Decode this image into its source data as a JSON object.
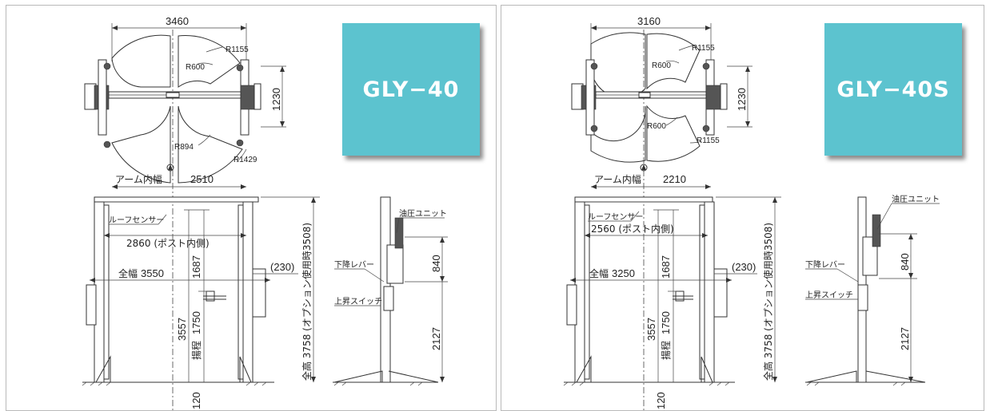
{
  "panels": [
    {
      "model": "GLY−40",
      "top_width": "3460",
      "r_outer_top": "R1155",
      "r_inner_top": "R600",
      "r_inner_bottom": "R894",
      "r_outer_bottom": "R1429",
      "arm_span": "1230",
      "arm_inner_label": "アーム内幅",
      "arm_inner_value": "2510",
      "roof_sensor": "ルーフセンサー",
      "post_inner": "2860 (ポスト内側)",
      "overall_width_label": "全幅",
      "overall_width_value": "3550",
      "side_offset": "(230)",
      "lift_upper": "1687",
      "lift_total": "3557",
      "lift_lower": "1750",
      "lift_label": "揚程",
      "bottom_value": "120",
      "overall_height": "全高 3758 (オプション使用時3508)",
      "hydraulic_unit": "油圧ユニット",
      "lower_lever": "下降レバー",
      "lift_switch": "上昇スイッチ",
      "unit_height": "840",
      "switch_height": "2127"
    },
    {
      "model": "GLY−40S",
      "top_width": "3160",
      "r_outer_top": "R1155",
      "r_inner_top": "R600",
      "r_inner_bottom": "R600",
      "r_outer_bottom": "R1155",
      "arm_span": "1230",
      "arm_inner_label": "アーム内幅",
      "arm_inner_value": "2210",
      "roof_sensor": "ルーフセンサー",
      "post_inner": "2560 (ポスト内側)",
      "overall_width_label": "全幅",
      "overall_width_value": "3250",
      "side_offset": "(230)",
      "lift_upper": "1687",
      "lift_total": "3557",
      "lift_lower": "1750",
      "lift_label": "揚程",
      "bottom_value": "120",
      "overall_height": "全高 3758 (オプション使用時3508)",
      "hydraulic_unit": "油圧ユニット",
      "lower_lever": "下降レバー",
      "lift_switch": "上昇スイッチ",
      "unit_height": "840",
      "switch_height": "2127"
    }
  ],
  "colors": {
    "tag_bg": "#5cc3cf",
    "tag_text": "#ffffff",
    "border": "#b9b9b9"
  }
}
